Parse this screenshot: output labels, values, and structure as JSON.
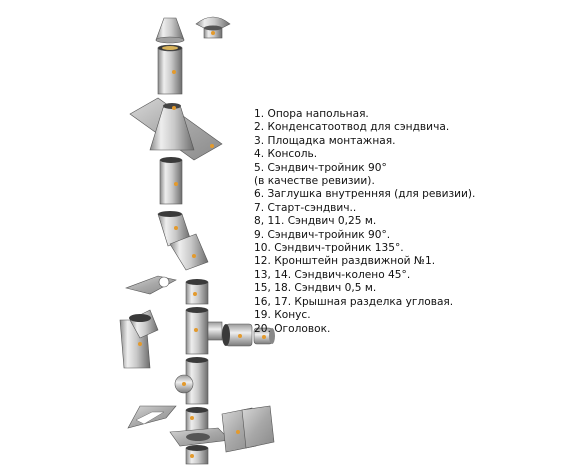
{
  "legend": {
    "items": [
      "1. Опора напольная.",
      "2. Конденсатоотвод для сэндвича.",
      "3. Площадка монтажная.",
      "4. Консоль.",
      "5. Сэндвич-тройник 90°",
      "(в качестве ревизии).",
      "6. Заглушка внутренняя (для ревизии).",
      "7. Старт-сэндвич..",
      "8, 11. Сэндвич 0,25 м.",
      "9. Сэндвич-тройник 90°.",
      "10. Сэндвич-тройник 135°.",
      "12. Кронштейн раздвижной №1.",
      "13, 14. Сэндвич-колено 45°.",
      "15, 18. Сэндвич 0,5 м.",
      "16, 17. Крышная разделка угловая.",
      "19. Конус.",
      "20. Оголовок."
    ]
  },
  "colors": {
    "steel_light": "#e6e6e6",
    "steel_mid": "#b5b5b5",
    "steel_dark": "#6f6f6f",
    "marker": "#e39a2d"
  }
}
